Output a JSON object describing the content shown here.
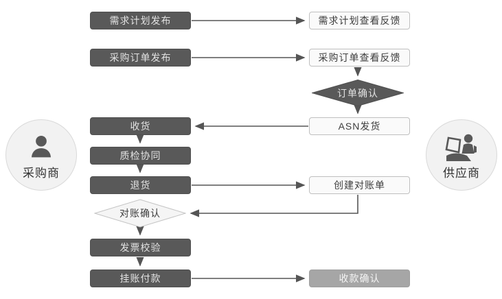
{
  "diagram": {
    "type": "flowchart",
    "actors": {
      "buyer": {
        "label": "采购商",
        "icon": "person-icon"
      },
      "supplier": {
        "label": "供应商",
        "icon": "person-laptop-icon"
      }
    },
    "nodes": {
      "demand_plan_publish": {
        "label": "需求计划发布",
        "lane": "buyer",
        "shape": "process",
        "style": "dark"
      },
      "po_publish": {
        "label": "采购订单发布",
        "lane": "buyer",
        "shape": "process",
        "style": "dark"
      },
      "receive_goods": {
        "label": "收货",
        "lane": "buyer",
        "shape": "process",
        "style": "dark"
      },
      "quality_collab": {
        "label": "质检协同",
        "lane": "buyer",
        "shape": "process",
        "style": "dark"
      },
      "return_goods": {
        "label": "退货",
        "lane": "buyer",
        "shape": "process",
        "style": "dark"
      },
      "recon_confirm": {
        "label": "对账确认",
        "lane": "buyer",
        "shape": "decision",
        "style": "light"
      },
      "invoice_check": {
        "label": "发票校验",
        "lane": "buyer",
        "shape": "process",
        "style": "dark"
      },
      "payment_on_account": {
        "label": "挂账付款",
        "lane": "buyer",
        "shape": "process",
        "style": "dark"
      },
      "demand_plan_feedback": {
        "label": "需求计划查看反馈",
        "lane": "supplier",
        "shape": "process",
        "style": "light"
      },
      "po_feedback": {
        "label": "采购订单查看反馈",
        "lane": "supplier",
        "shape": "process",
        "style": "light"
      },
      "order_confirm": {
        "label": "订单确认",
        "lane": "supplier",
        "shape": "decision",
        "style": "dark"
      },
      "asn_ship": {
        "label": "ASN发货",
        "lane": "supplier",
        "shape": "process",
        "style": "light"
      },
      "create_statement": {
        "label": "创建对账单",
        "lane": "supplier",
        "shape": "process",
        "style": "light"
      },
      "receipt_confirm": {
        "label": "收款确认",
        "lane": "supplier",
        "shape": "process",
        "style": "gray"
      }
    },
    "edges": [
      {
        "from": "demand_plan_publish",
        "to": "demand_plan_feedback"
      },
      {
        "from": "po_publish",
        "to": "po_feedback"
      },
      {
        "from": "po_feedback",
        "to": "order_confirm"
      },
      {
        "from": "order_confirm",
        "to": "asn_ship"
      },
      {
        "from": "asn_ship",
        "to": "receive_goods"
      },
      {
        "from": "receive_goods",
        "to": "quality_collab"
      },
      {
        "from": "quality_collab",
        "to": "return_goods"
      },
      {
        "from": "return_goods",
        "to": "create_statement"
      },
      {
        "from": "create_statement",
        "to": "recon_confirm"
      },
      {
        "from": "recon_confirm",
        "to": "invoice_check"
      },
      {
        "from": "invoice_check",
        "to": "payment_on_account"
      },
      {
        "from": "payment_on_account",
        "to": "receipt_confirm"
      }
    ],
    "colors": {
      "dark_node": "#595959",
      "light_node_fill": "#fafafa",
      "light_node_border": "#bfbfbf",
      "gray_node": "#a6a6a6",
      "connector": "#555555",
      "actor_fill": "#f2f2f2",
      "actor_border": "#d9d9d9",
      "background": "#ffffff"
    }
  }
}
